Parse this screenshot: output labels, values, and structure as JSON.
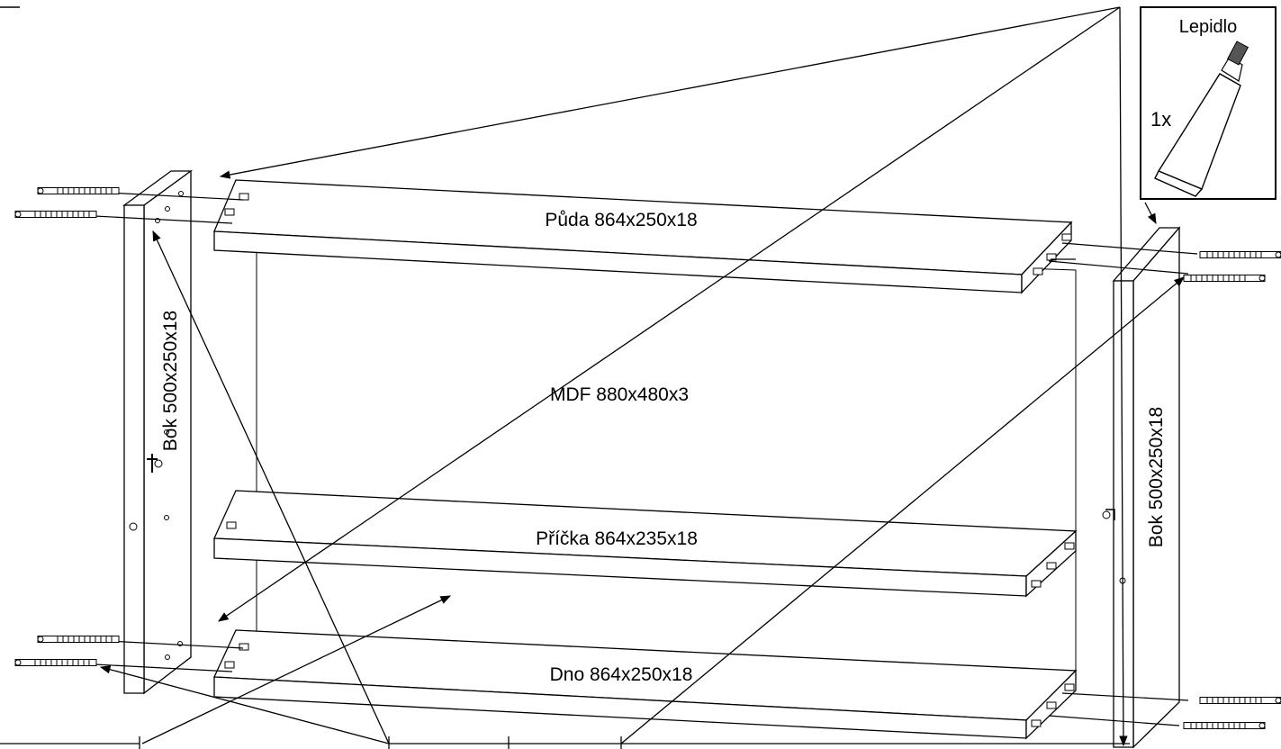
{
  "labels": {
    "puda": "Půda 864x250x18",
    "mdf": "MDF 880x480x3",
    "pricka": "Příčka 864x235x18",
    "dno": "Dno 864x250x18",
    "bok_left": "Bok 500x250x18",
    "bok_right": "Bok 500x250x18"
  },
  "glue_box": {
    "title": "Lepidlo",
    "quantity": "1x"
  }
}
